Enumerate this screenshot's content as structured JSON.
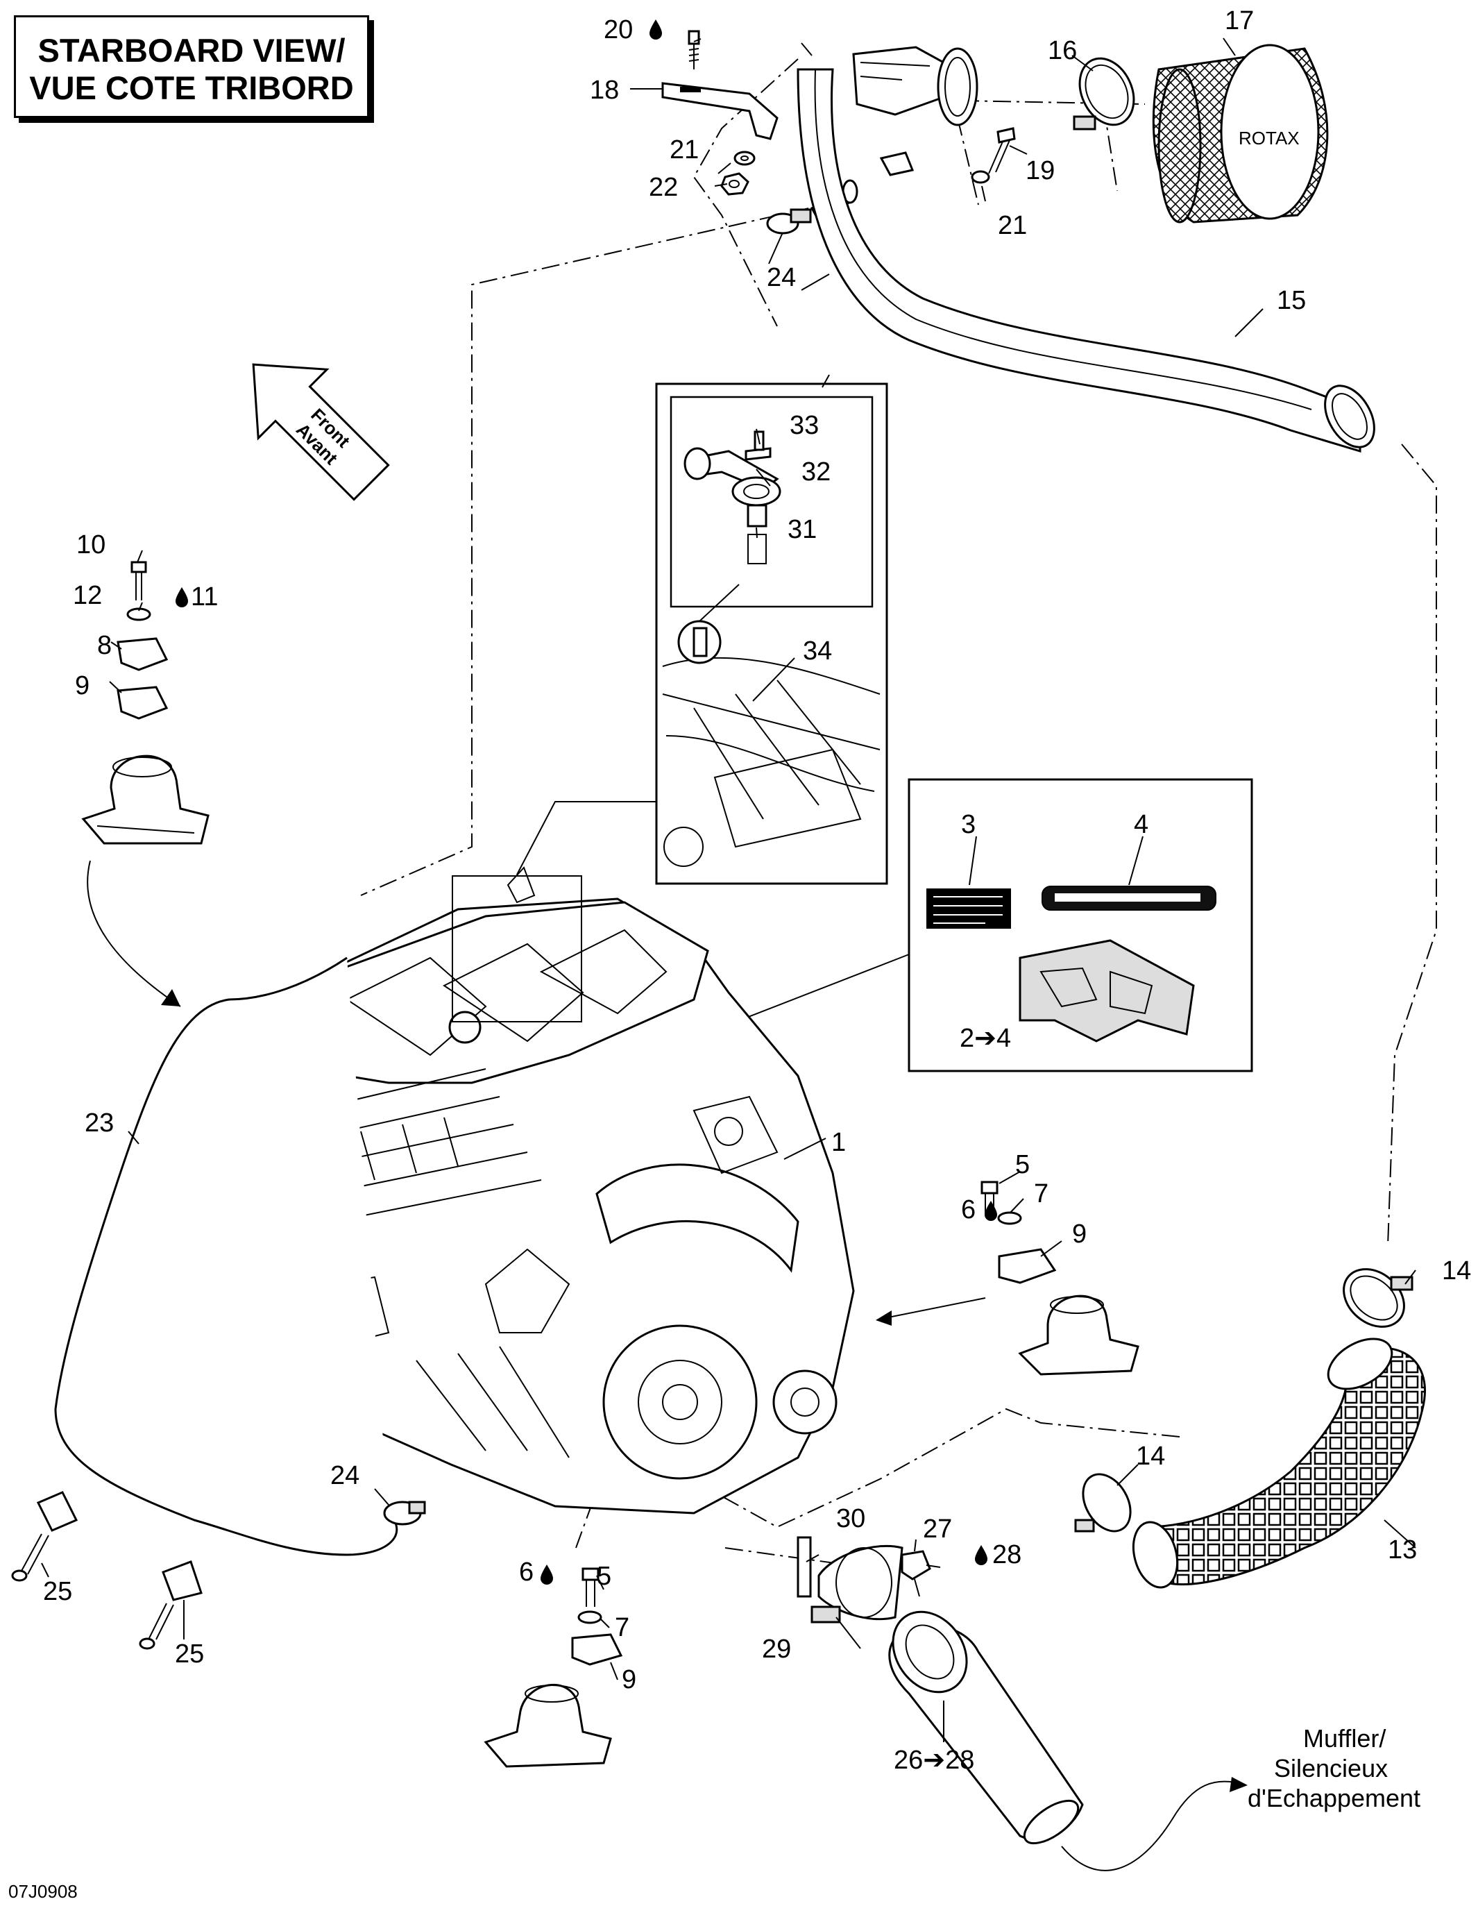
{
  "title": {
    "line1": "STARBOARD VIEW/",
    "line2": "VUE COTE TRIBORD"
  },
  "front_arrow": {
    "line1": "Front",
    "line2": "Avant"
  },
  "air_filter_brand": "ROTAX",
  "muffler_note": {
    "line1": "Muffler/",
    "line2": "Silencieux",
    "line3": "d'Echappement"
  },
  "drawing_code": "07J0908",
  "callouts": {
    "c1": "1",
    "c2_4": "2➔4",
    "c3": "3",
    "c4": "4",
    "c5a": "5",
    "c5b": "5",
    "c6a": "6",
    "c6b": "6",
    "c7a": "7",
    "c7b": "7",
    "c8": "8",
    "c9a": "9",
    "c9b": "9",
    "c9c": "9",
    "c10": "10",
    "c11": "11",
    "c12": "12",
    "c13": "13",
    "c14a": "14",
    "c14b": "14",
    "c15": "15",
    "c16": "16",
    "c17": "17",
    "c18": "18",
    "c19": "19",
    "c20": "20",
    "c21a": "21",
    "c21b": "21",
    "c22": "22",
    "c23": "23",
    "c24a": "24",
    "c24b": "24",
    "c25a": "25",
    "c25b": "25",
    "c26_28": "26➔28",
    "c27": "27",
    "c28": "28",
    "c29": "29",
    "c30": "30",
    "c31": "31",
    "c32": "32",
    "c33": "33",
    "c34": "34"
  },
  "icons": {
    "drop": "oil-drop-icon",
    "arrow": "direction-arrow-icon"
  }
}
